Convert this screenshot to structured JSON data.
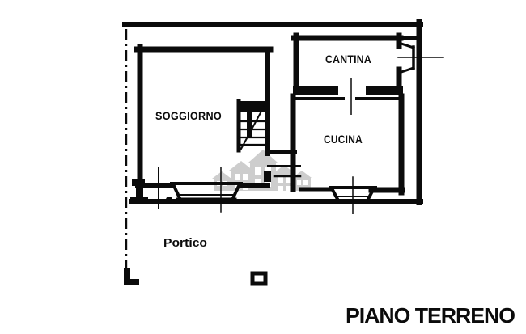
{
  "plan": {
    "title": "PIANO TERRENO",
    "rooms": [
      {
        "name": "soggiorno",
        "label": "SOGGIORNO"
      },
      {
        "name": "cantina",
        "label": "CANTINA"
      },
      {
        "name": "cucina",
        "label": "CUCINA"
      },
      {
        "name": "portico",
        "label": "Portico"
      }
    ],
    "colors": {
      "wall": "#0b0b0b",
      "background": "#ffffff",
      "watermark": "#9c9c9c"
    }
  }
}
